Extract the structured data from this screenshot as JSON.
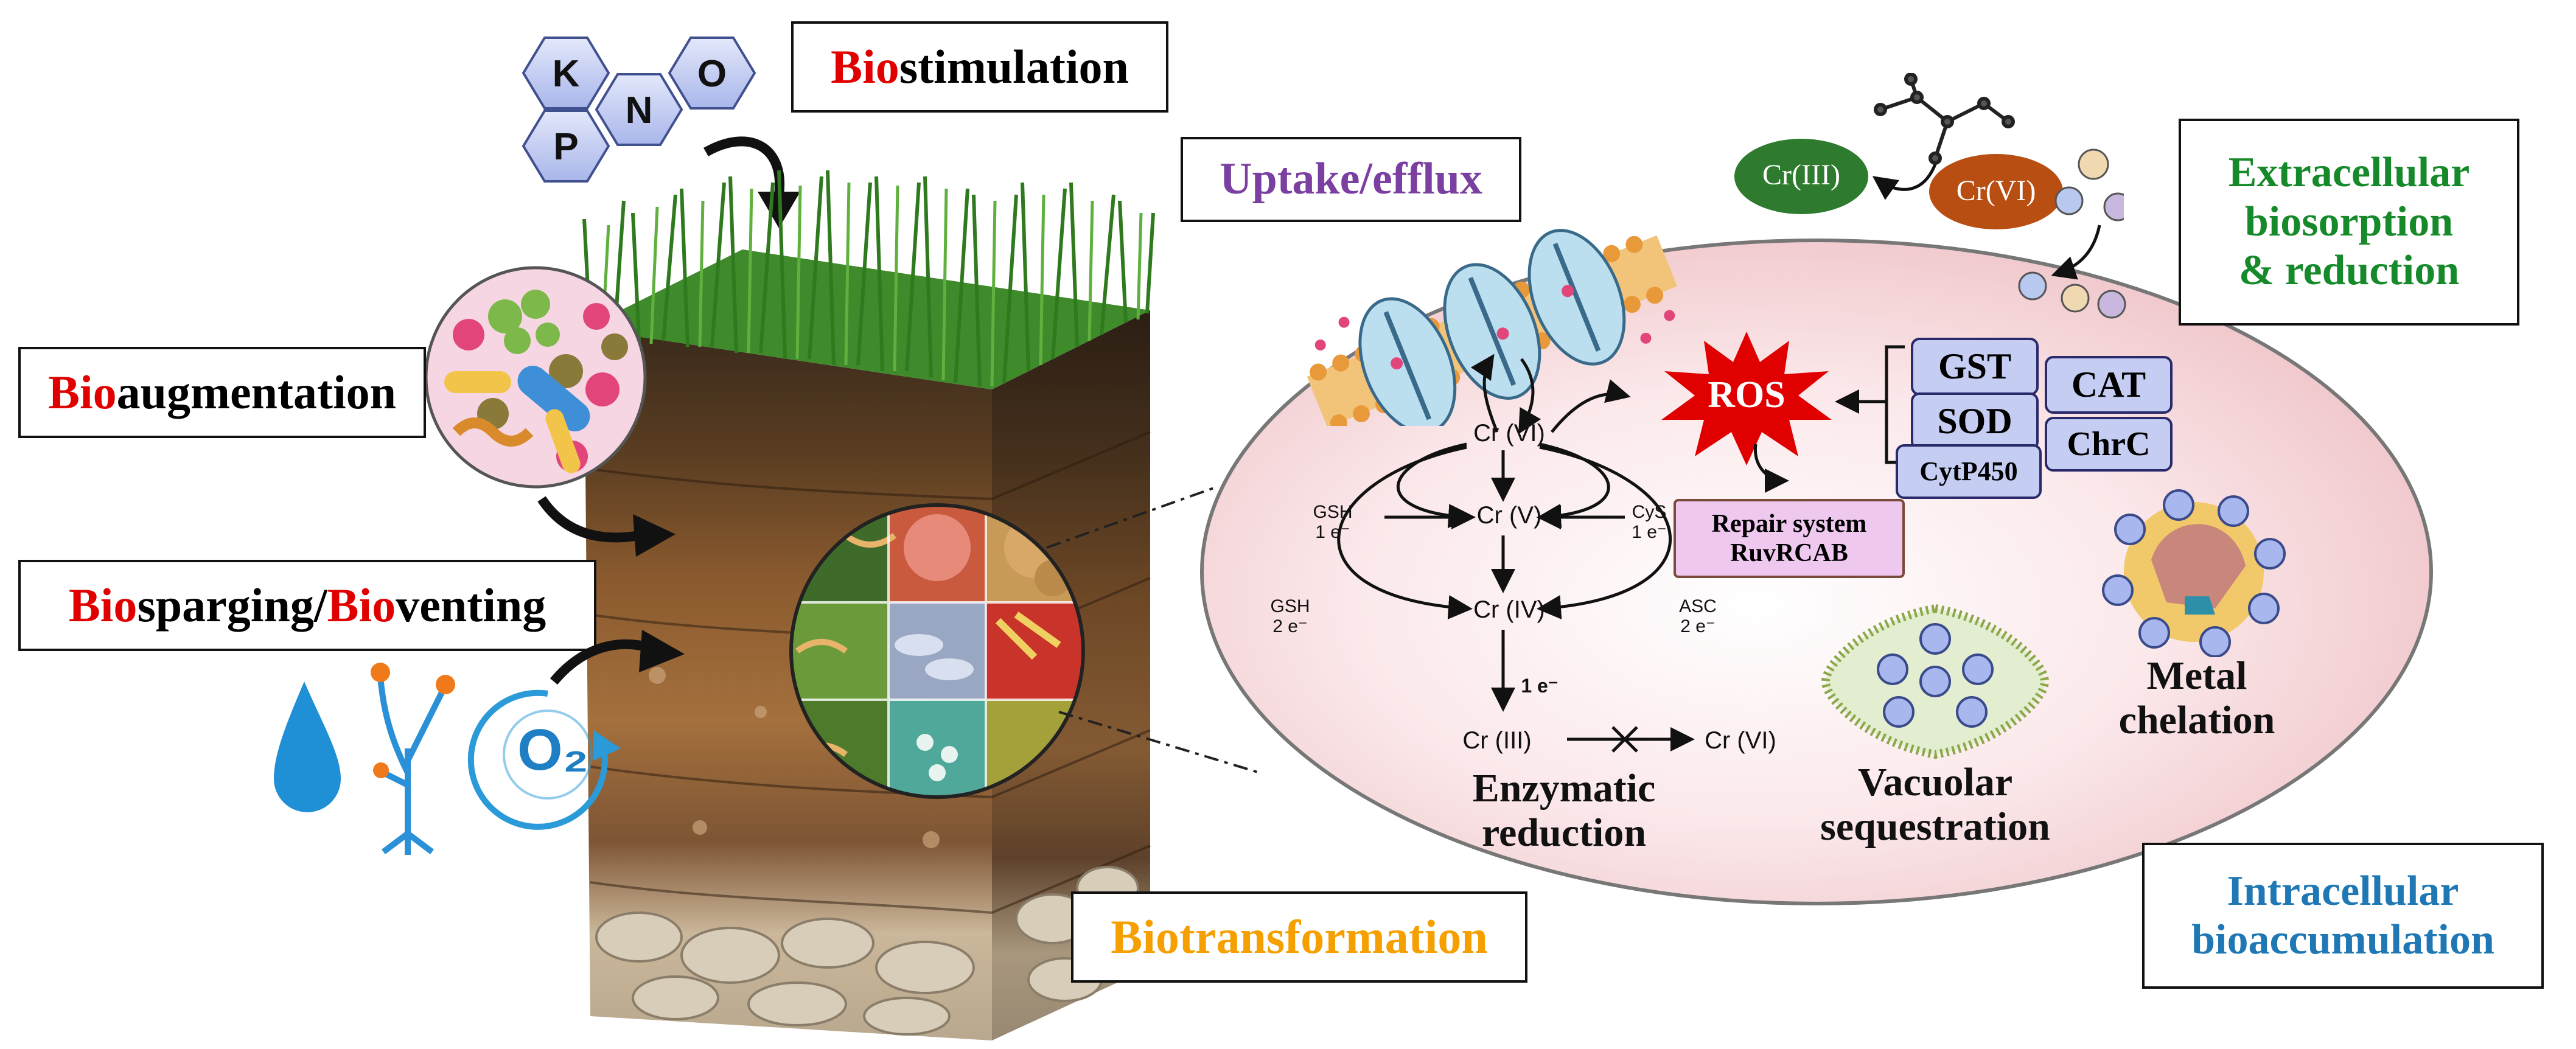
{
  "nutrients": [
    "K",
    "O",
    "N",
    "P"
  ],
  "strategies": {
    "biostimulation": {
      "prefix": "Bio",
      "rest": "stimulation"
    },
    "bioaugmentation": {
      "prefix": "Bio",
      "rest": "augmentation"
    },
    "biosparging": {
      "prefix1": "Bio",
      "mid": "sparging/",
      "prefix2": "Bio",
      "rest": "venting"
    },
    "biotransformation": "Biotransformation"
  },
  "o2_label": "O₂",
  "mechanisms": {
    "uptake_efflux": "Uptake/efflux",
    "extracellular_line1": "Extracellular",
    "extracellular_line2": "biosorption",
    "extracellular_line3": "& reduction",
    "intracellular_line1": "Intracellular",
    "intracellular_line2": "bioaccumulation"
  },
  "chromium": {
    "cr_iii_ext": "Cr(III)",
    "cr_vi_ext": "Cr(VI)",
    "cr_vi": "Cr (VI)",
    "cr_v": "Cr (V)",
    "cr_iv": "Cr (IV)",
    "cr_iii": "Cr (III)",
    "cr_vi_end": "Cr (VI)",
    "gsh1_a": "GSH",
    "gsh1_b": "1 e⁻",
    "gsh2_a": "GSH",
    "gsh2_b": "2 e⁻",
    "cys_a": "CyS",
    "cys_b": "1 e⁻",
    "asc_a": "ASC",
    "asc_b": "2 e⁻",
    "one_e": "1 e⁻"
  },
  "ros": "ROS",
  "enzymes": [
    "GST",
    "CAT",
    "SOD",
    "ChrC",
    "CytP450"
  ],
  "repair_line1": "Repair system",
  "repair_line2": "RuvRCAB",
  "enzymatic_line1": "Enzymatic",
  "enzymatic_line2": "reduction",
  "vacuolar_line1": "Vacuolar",
  "vacuolar_line2": "sequestration",
  "metal_line1": "Metal",
  "metal_line2": "chelation",
  "colors": {
    "red_prefix": "#e00000",
    "uptake": "#7a3fa0",
    "extracellular": "#168a2a",
    "intracellular": "#1f78b4",
    "biotransformation": "#f5a000",
    "cell_fill": "#f6dadd",
    "ros": "#e00000",
    "hexagon": "#c5cdf2",
    "enzyme_box": "#c5cdf2",
    "repair_box": "#efc8ef"
  }
}
